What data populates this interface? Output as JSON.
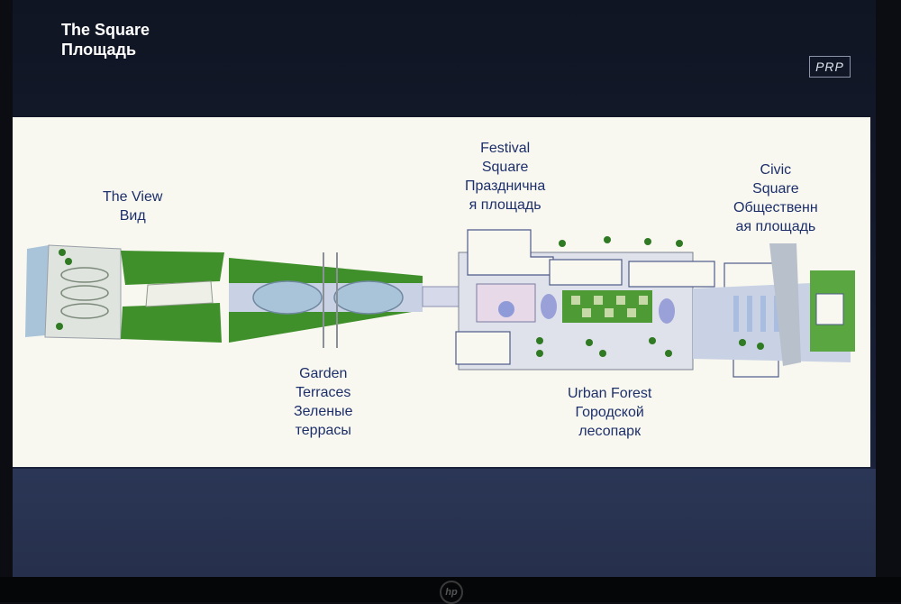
{
  "slide": {
    "title_en": "The Square",
    "title_ru": "Площадь",
    "logo_text": "PRP"
  },
  "plan_labels": {
    "the_view": [
      "The View",
      "Вид"
    ],
    "garden_terraces": [
      "Garden",
      "Terraces",
      "Зеленые",
      "террасы"
    ],
    "festival_square": [
      "Festival",
      "Square",
      "Праздничнa",
      "я площадь"
    ],
    "urban_forest": [
      "Urban Forest",
      "Городской",
      "лесопарк"
    ],
    "civic_square": [
      "Civic",
      "Square",
      "Общественн",
      "ая площадь"
    ]
  },
  "device": {
    "brand_mark": "hp"
  },
  "colors": {
    "panel_bg": "#f8f8f0",
    "label_text": "#1d2f6a",
    "greenery": "#3f8f2a",
    "water": "#a9c4d8",
    "plaza": "#c9d2e4"
  }
}
